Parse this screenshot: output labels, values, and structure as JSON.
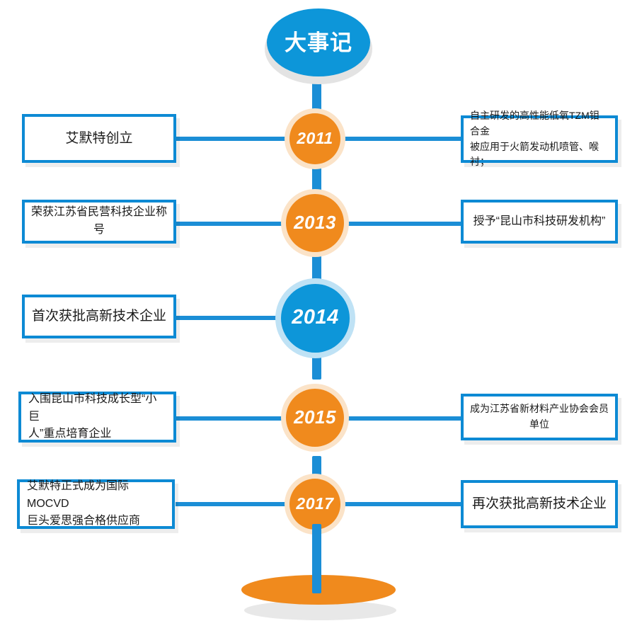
{
  "title": {
    "label": "大事记"
  },
  "colors": {
    "blue": "#0d96d9",
    "blue_line": "#1b8ed6",
    "orange": "#f08a1d",
    "halo_orange": "#fbe3c8",
    "halo_blue": "#bfe2f5",
    "box_border": "#0d8ad4",
    "base_shadow": "#e8e8e8",
    "background": "#ffffff"
  },
  "chart_data": {
    "type": "timeline",
    "title": "大事记",
    "orientation": "vertical",
    "years": [
      "2011",
      "2013",
      "2014",
      "2015",
      "2017"
    ],
    "events": [
      {
        "year": "2011",
        "left": "艾默特创立",
        "right": "自主研发的高性能低氧TZM钼合金被应用于火箭发动机喷管、喉衬；"
      },
      {
        "year": "2013",
        "left": "荣获江苏省民营科技企业称号",
        "right": "授予“昆山市科技研发机构”"
      },
      {
        "year": "2014",
        "left": "首次获批高新技术企业",
        "right": ""
      },
      {
        "year": "2015",
        "left": "入围昆山市科技成长型“小巨人”重点培育企业",
        "right": "成为江苏省新材料产业协会会员单位"
      },
      {
        "year": "2017",
        "left": "艾默特正式成为国际MOCVD巨头爱思强合格供应商",
        "right": "再次获批高新技术企业"
      }
    ]
  },
  "nodes": [
    {
      "year": "2011",
      "accent": "orange"
    },
    {
      "year": "2013",
      "accent": "orange"
    },
    {
      "year": "2014",
      "accent": "blue"
    },
    {
      "year": "2015",
      "accent": "orange"
    },
    {
      "year": "2017",
      "accent": "orange"
    }
  ],
  "boxes": {
    "left_2011": "艾默特创立",
    "right_2011_line1": "自主研发的高性能低氧TZM钼合金",
    "right_2011_line2": "被应用于火箭发动机喷管、喉衬；",
    "left_2013": "荣获江苏省民营科技企业称号",
    "right_2013": "授予“昆山市科技研发机构”",
    "left_2014": "首次获批高新技术企业",
    "left_2015_line1": "入围昆山市科技成长型“小巨",
    "left_2015_line2": "人”重点培育企业",
    "right_2015": "成为江苏省新材料产业协会会员单位",
    "left_2017_line1": "艾默特正式成为国际MOCVD",
    "left_2017_line2": "巨头爱思强合格供应商",
    "right_2017": "再次获批高新技术企业"
  }
}
